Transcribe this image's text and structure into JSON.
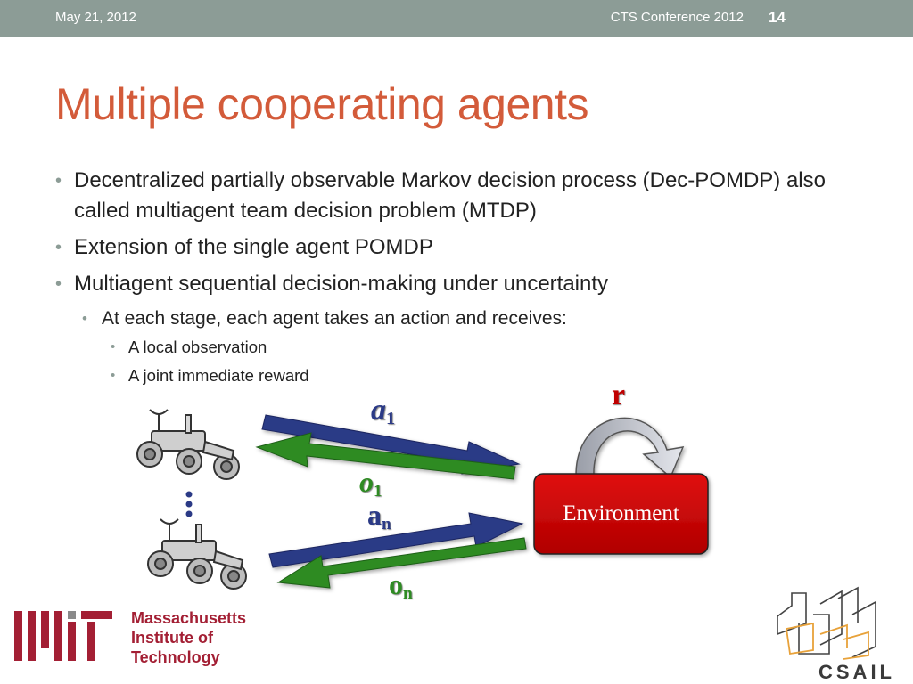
{
  "header": {
    "date": "May 21, 2012",
    "conference": "CTS Conference 2012",
    "slide_number": "14"
  },
  "title": "Multiple cooperating agents",
  "bullets": [
    {
      "level": 1,
      "text": "Decentralized partially observable Markov decision process (Dec-POMDP) also called multiagent team decision problem (MTDP)"
    },
    {
      "level": 1,
      "text": "Extension of the single agent POMDP"
    },
    {
      "level": 1,
      "text": "Multiagent sequential decision-making under uncertainty"
    },
    {
      "level": 2,
      "text": "At each stage, each agent takes an action and receives:"
    },
    {
      "level": 3,
      "text": "A local observation"
    },
    {
      "level": 3,
      "text": "A joint immediate reward"
    }
  ],
  "diagram": {
    "environment_label": "Environment",
    "reward_label": "r",
    "action_1": {
      "base": "a",
      "sub": "1"
    },
    "observation_1": {
      "base": "o",
      "sub": "1"
    },
    "action_n": {
      "base": "a",
      "sub": "n"
    },
    "observation_n": {
      "base": "o",
      "sub": "n"
    },
    "ellipsis": "⋮",
    "colors": {
      "action_arrow": "#2b3a86",
      "observation_arrow": "#2e8b23",
      "environment_box": "#cc0000",
      "reward_arrow": "#c8ccd4"
    }
  },
  "logos": {
    "mit": {
      "line1": "Massachusetts",
      "line2": "Institute of",
      "line3": "Technology"
    },
    "csail": "CSAIL"
  },
  "colors": {
    "header_bar": "#8c9c96",
    "title": "#d35b3a",
    "bullet_marker": "#8c9c96",
    "mit_red": "#a31f34"
  }
}
